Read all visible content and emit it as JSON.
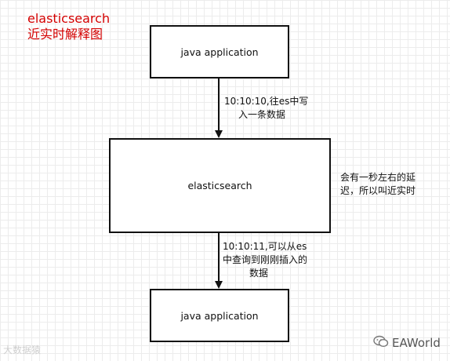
{
  "title": {
    "line1": "elasticsearch",
    "line2": "近实时解释图"
  },
  "nodes": {
    "app_top": "java application",
    "es": "elasticsearch",
    "app_bottom": "java application"
  },
  "edges": {
    "write": {
      "line1": "10:10:10,往es中写",
      "line2": "入一条数据"
    },
    "read": {
      "line1": "10:10:11,可以从es",
      "line2": "中查询到刚刚插入的",
      "line3": "数据"
    }
  },
  "side_note": {
    "line1": "会有一秒左右的延",
    "line2": "迟，所以叫近实时"
  },
  "watermark": {
    "left": "大数据猿",
    "right": "EAWorld",
    "right_icon": "wechat-icon"
  },
  "colors": {
    "title": "#d40000",
    "stroke": "#111111"
  }
}
